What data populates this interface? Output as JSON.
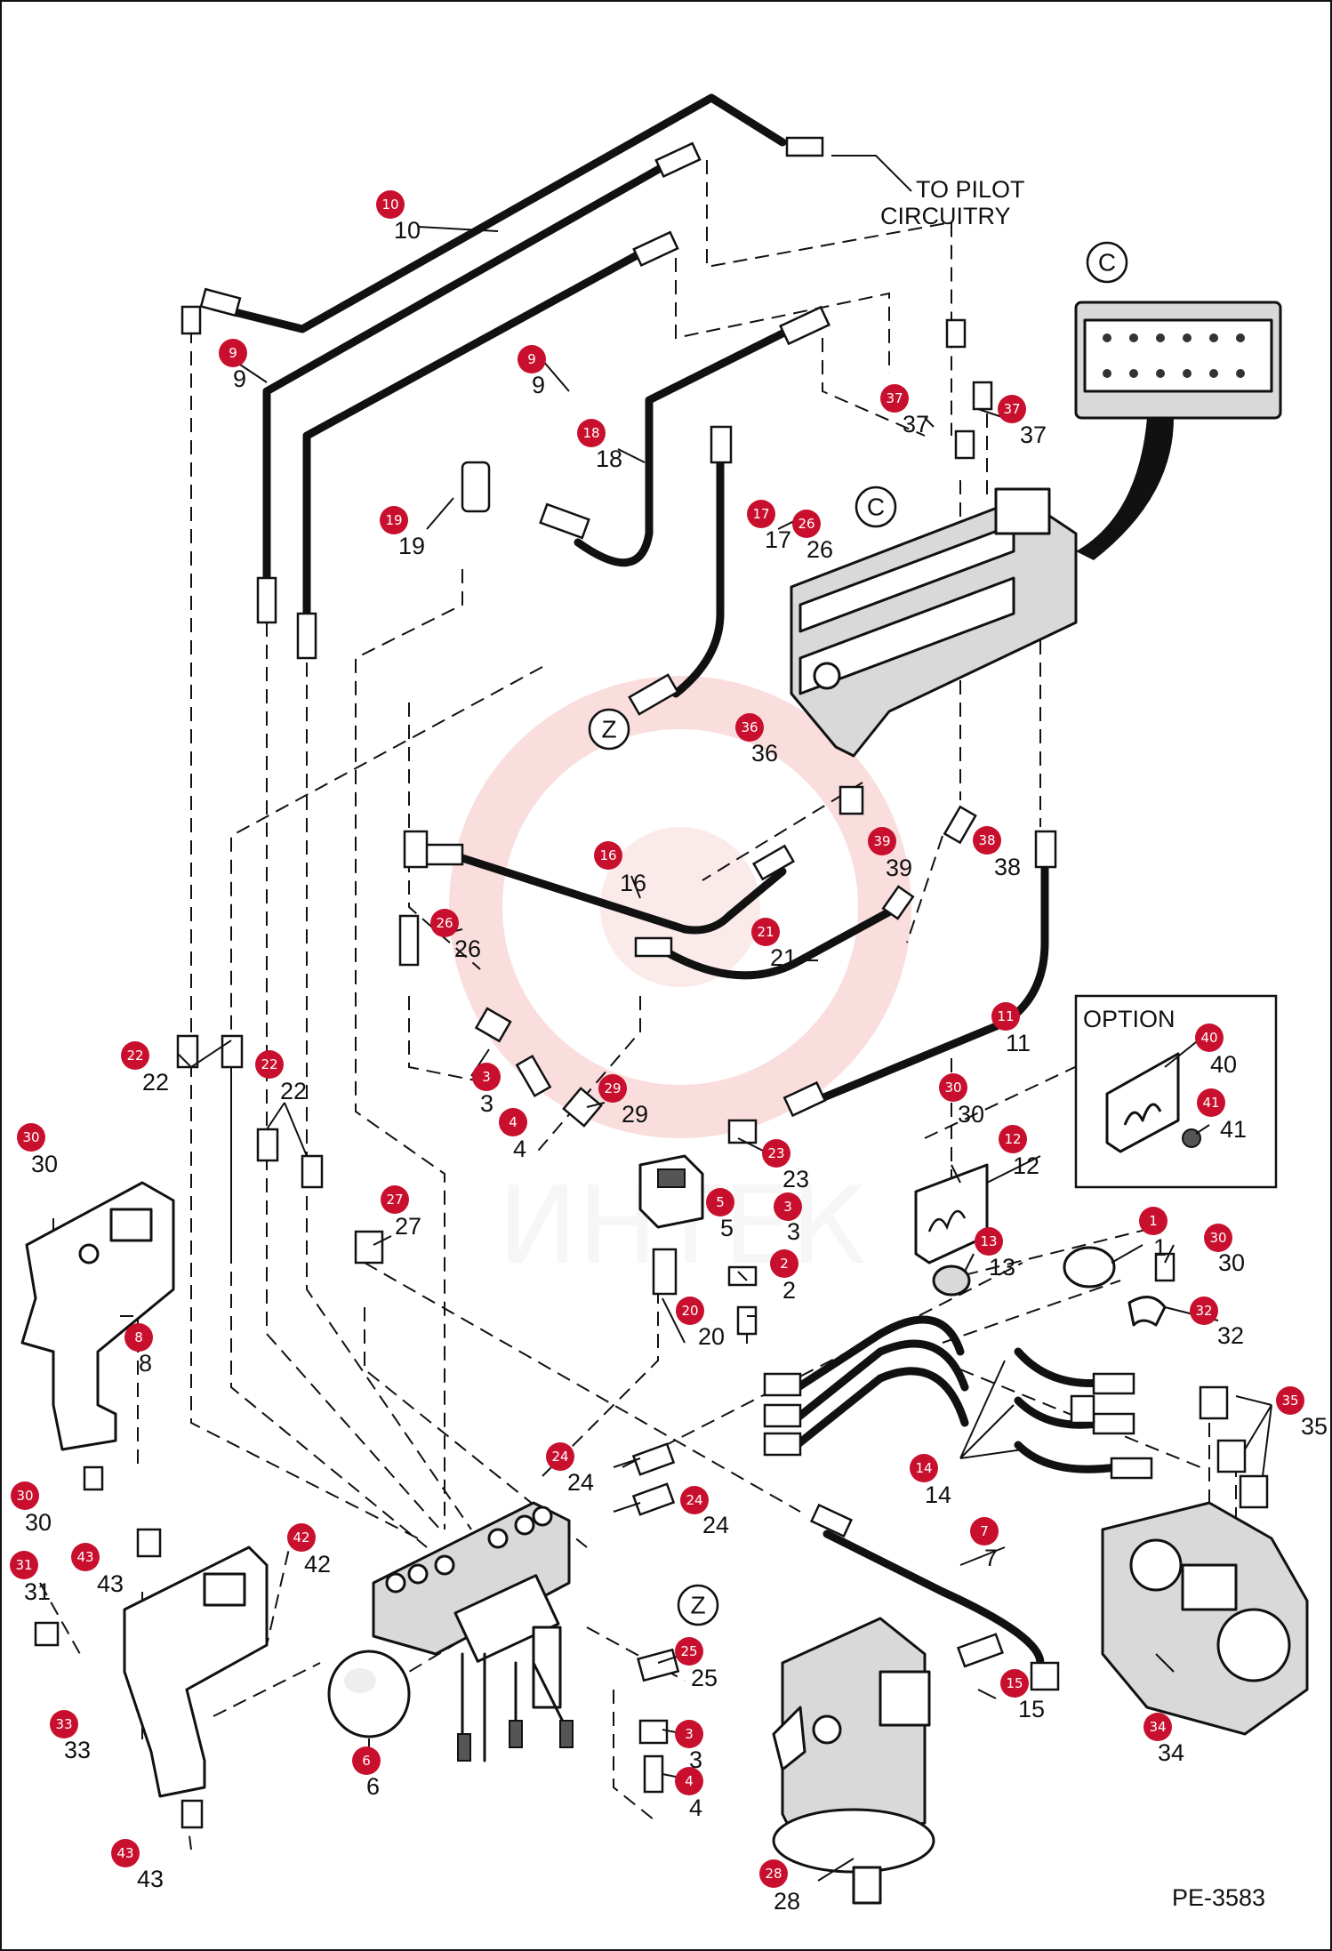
{
  "diagram": {
    "code": "PE-3583",
    "watermark": "ИНТЕК",
    "pilot_note": [
      "TO PILOT",
      "CIRCUITRY"
    ],
    "option_box_title": "OPTION",
    "ref_letters": [
      "C",
      "Z"
    ]
  },
  "callouts": [
    {
      "n": "1"
    },
    {
      "n": "2"
    },
    {
      "n": "3"
    },
    {
      "n": "4"
    },
    {
      "n": "5"
    },
    {
      "n": "6"
    },
    {
      "n": "7"
    },
    {
      "n": "8"
    },
    {
      "n": "9"
    },
    {
      "n": "10"
    },
    {
      "n": "11"
    },
    {
      "n": "12"
    },
    {
      "n": "13"
    },
    {
      "n": "14"
    },
    {
      "n": "15"
    },
    {
      "n": "16"
    },
    {
      "n": "17"
    },
    {
      "n": "18"
    },
    {
      "n": "19"
    },
    {
      "n": "20"
    },
    {
      "n": "21"
    },
    {
      "n": "22"
    },
    {
      "n": "23"
    },
    {
      "n": "24"
    },
    {
      "n": "25"
    },
    {
      "n": "26"
    },
    {
      "n": "27"
    },
    {
      "n": "28"
    },
    {
      "n": "29"
    },
    {
      "n": "30"
    },
    {
      "n": "31"
    },
    {
      "n": "32"
    },
    {
      "n": "33"
    },
    {
      "n": "34"
    },
    {
      "n": "35"
    },
    {
      "n": "36"
    },
    {
      "n": "37"
    },
    {
      "n": "38"
    },
    {
      "n": "39"
    },
    {
      "n": "40"
    },
    {
      "n": "41"
    },
    {
      "n": "42"
    },
    {
      "n": "43"
    }
  ],
  "colors": {
    "badge": "#c8102e",
    "line": "#111111",
    "watermark": "#e8e8e8"
  }
}
